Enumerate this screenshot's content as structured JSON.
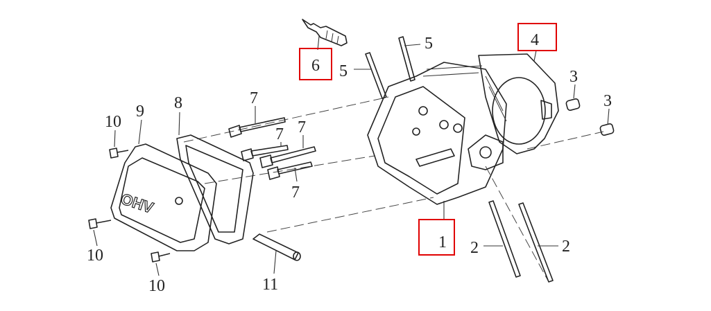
{
  "diagram": {
    "highlight_color": "#e00000",
    "labels": {
      "cylinder_head": "1",
      "stud_left": "2",
      "stud_right": "2",
      "dowel_upper": "3",
      "dowel_lower": "3",
      "head_gasket": "4",
      "stud_upper_right": "5",
      "stud_upper_left": "5",
      "spark_plug": "6",
      "bolt_a": "7",
      "bolt_b": "7",
      "bolt_c": "7",
      "bolt_d": "7",
      "cover_gasket": "8",
      "valve_cover": "9",
      "screw_a": "10",
      "screw_b": "10",
      "screw_c": "10",
      "pipe": "11"
    },
    "cover_text": "OHV",
    "highlighted": [
      "1",
      "4",
      "6"
    ]
  }
}
